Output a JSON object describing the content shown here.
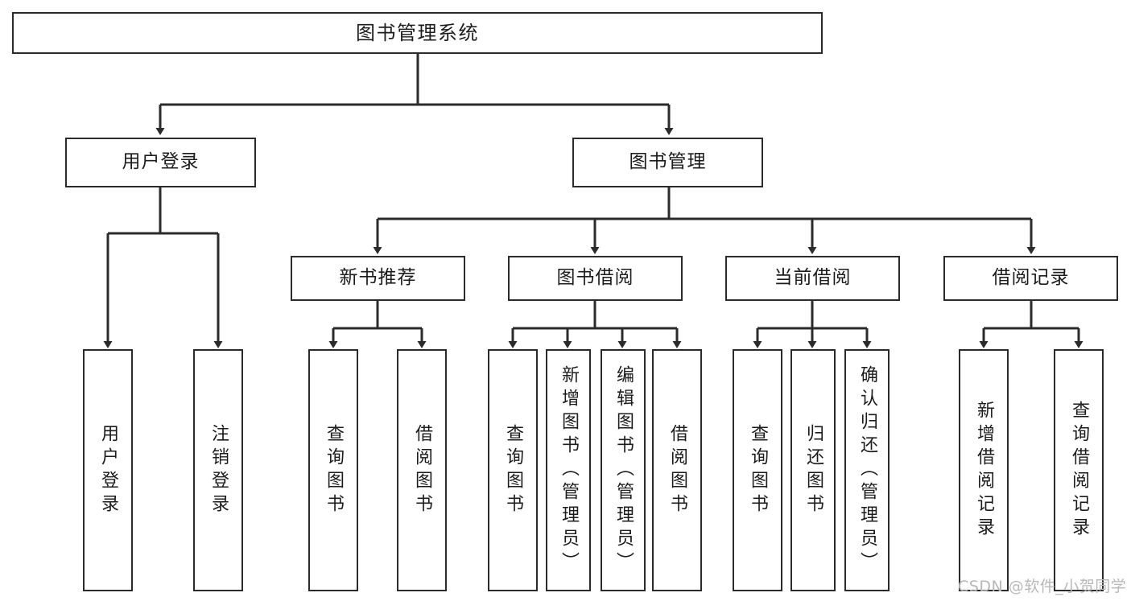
{
  "diagram": {
    "title": "图书管理系统",
    "watermark": "CSDN @软件_小贺同学",
    "colors": {
      "stroke": "#2b2b2b",
      "fill": "#ffffff",
      "text": "#1c1c1c",
      "watermark": "#b9b9b9"
    },
    "nodes": {
      "root": "图书管理系统",
      "level1": {
        "user_login": "用户登录",
        "book_manage": "图书管理"
      },
      "level2": {
        "new_book_recommend": "新书推荐",
        "book_borrow": "图书借阅",
        "current_borrow": "当前借阅",
        "borrow_record": "借阅记录"
      },
      "leaves": {
        "user_login_1": "用户登录",
        "user_login_2": "注销登录",
        "new_book_1": "查询图书",
        "new_book_2": "借阅图书",
        "book_borrow_1": "查询图书",
        "book_borrow_2": "新增图书（管理员）",
        "book_borrow_3": "编辑图书（管理员）",
        "book_borrow_4": "借阅图书",
        "current_borrow_1": "查询图书",
        "current_borrow_2": "归还图书",
        "current_borrow_3": "确认归还（管理员）",
        "borrow_record_1": "新增借阅记录",
        "borrow_record_2": "查询借阅记录"
      }
    }
  }
}
